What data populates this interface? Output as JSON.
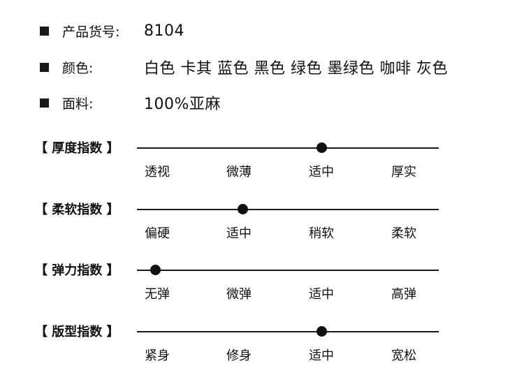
{
  "product_info": {
    "item_number": {
      "label": "产品货号:",
      "value": "8104"
    },
    "colors": {
      "label": "颜色:",
      "value": "白色 卡其 蓝色 黑色 绿色 墨绿色 咖啡 灰色"
    },
    "fabric": {
      "label": "面料:",
      "value": "100%亚麻"
    }
  },
  "scales": [
    {
      "title": "【 厚度指数 】",
      "options": [
        "透视",
        "微薄",
        "适中",
        "厚实"
      ],
      "selected_position": 0.61
    },
    {
      "title": "【 柔软指数 】",
      "options": [
        "偏硬",
        "适中",
        "稍软",
        "柔软"
      ],
      "selected_position": 0.35
    },
    {
      "title": "【 弹力指数 】",
      "options": [
        "无弹",
        "微弹",
        "适中",
        "高弹"
      ],
      "selected_position": 0.06
    },
    {
      "title": "【 版型指数 】",
      "options": [
        "紧身",
        "修身",
        "适中",
        "宽松"
      ],
      "selected_position": 0.61
    }
  ],
  "colors": {
    "text": "#111111",
    "bullet": "#1a1a1a",
    "line": "#1a1a1a",
    "marker": "#111111",
    "background": "#ffffff"
  }
}
